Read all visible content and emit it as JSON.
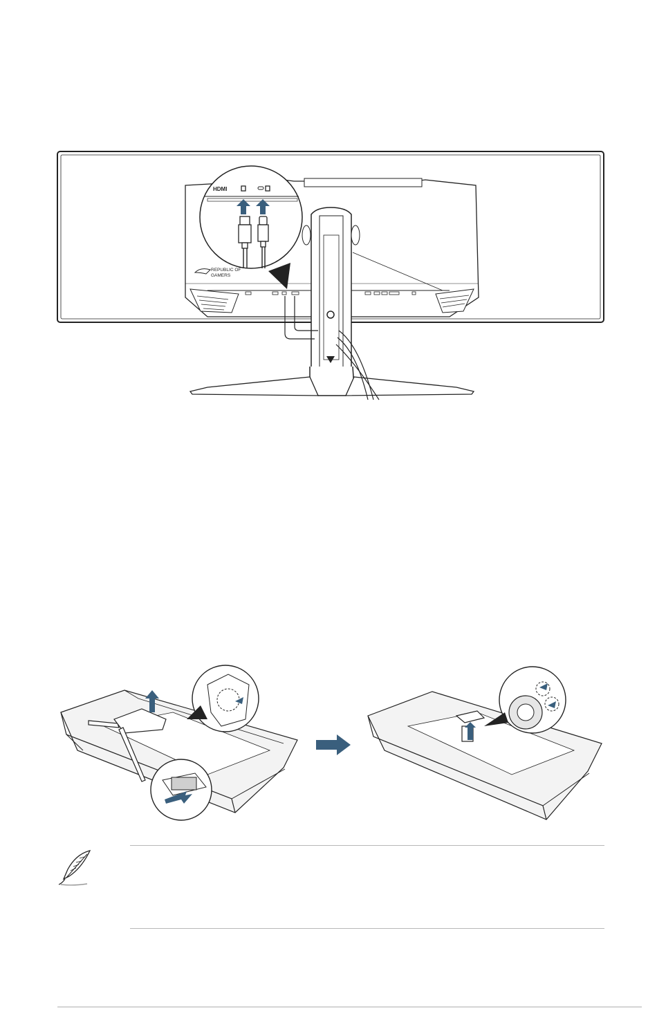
{
  "monitor_rear": {
    "port_labels": {
      "hdmi": "HDMI"
    },
    "logo_text": {
      "line1": "REPUBLIC OF",
      "line2": "GAMERS"
    }
  },
  "colors": {
    "arrow_blue": "#3a5f7d",
    "line": "#222222",
    "divider": "#b8b8b8",
    "box_fill": "#f3f3f3"
  },
  "icons": {
    "upload_arrows": "arrow-up-icon",
    "step_arrow": "arrow-right-icon",
    "note": "feather-icon"
  }
}
